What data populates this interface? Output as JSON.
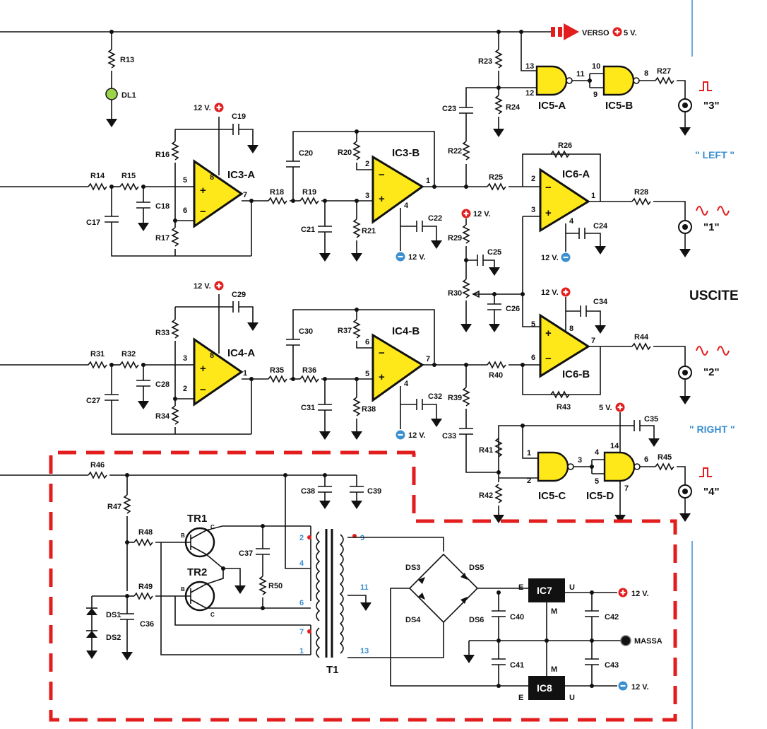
{
  "ic_labels": {
    "ic3a": "IC3-A",
    "ic3b": "IC3-B",
    "ic4a": "IC4-A",
    "ic4b": "IC4-B",
    "ic6a": "IC6-A",
    "ic6b": "IC6-B",
    "ic5a": "IC5-A",
    "ic5b": "IC5-B",
    "ic5c": "IC5-C",
    "ic5d": "IC5-D",
    "ic7": "IC7",
    "ic8": "IC8",
    "t1": "T1",
    "tr1": "TR1",
    "tr2": "TR2"
  },
  "resistors": {
    "r13": "R13",
    "r14": "R14",
    "r15": "R15",
    "r16": "R16",
    "r17": "R17",
    "r18": "R18",
    "r19": "R19",
    "r20": "R20",
    "r21": "R21",
    "r22": "R22",
    "r23": "R23",
    "r24": "R24",
    "r25": "R25",
    "r26": "R26",
    "r27": "R27",
    "r28": "R28",
    "r29": "R29",
    "r30": "R30",
    "r31": "R31",
    "r32": "R32",
    "r33": "R33",
    "r34": "R34",
    "r35": "R35",
    "r36": "R36",
    "r37": "R37",
    "r38": "R38",
    "r39": "R39",
    "r40": "R40",
    "r41": "R41",
    "r42": "R42",
    "r43": "R43",
    "r44": "R44",
    "r45": "R45",
    "r46": "R46",
    "r47": "R47",
    "r48": "R48",
    "r49": "R49",
    "r50": "R50"
  },
  "capacitors": {
    "c17": "C17",
    "c18": "C18",
    "c19": "C19",
    "c20": "C20",
    "c21": "C21",
    "c22": "C22",
    "c23": "C23",
    "c24": "C24",
    "c25": "C25",
    "c26": "C26",
    "c27": "C27",
    "c28": "C28",
    "c29": "C29",
    "c30": "C30",
    "c31": "C31",
    "c32": "C32",
    "c33": "C33",
    "c34": "C34",
    "c35": "C35",
    "c36": "C36",
    "c37": "C37",
    "c38": "C38",
    "c39": "C39",
    "c40": "C40",
    "c41": "C41",
    "c42": "C42",
    "c43": "C43"
  },
  "diodes": {
    "dl1": "DL1",
    "ds1": "DS1",
    "ds2": "DS2",
    "ds3": "DS3",
    "ds4": "DS4",
    "ds5": "DS5",
    "ds6": "DS6"
  },
  "supplies": {
    "p12": "12 V.",
    "n12": "12 V.",
    "p5": "5 V.",
    "verso": "VERSO",
    "verso5": "5 V.",
    "massa": "MASSA"
  },
  "outputs": {
    "out1": "\"1\"",
    "out2": "\"2\"",
    "out3": "\"3\"",
    "out4": "\"4\"",
    "left": "\" LEFT \"",
    "right": "\" RIGHT \"",
    "uscite": "USCITE"
  },
  "pins": {
    "e": "E",
    "u": "U",
    "m": "M",
    "b": "B",
    "c": "C",
    "p1": "1",
    "p2": "2",
    "p3": "3",
    "p4": "4",
    "p5": "5",
    "p6": "6",
    "p7": "7",
    "p8": "8",
    "p9": "9",
    "p10": "10",
    "p11": "11",
    "p12": "12",
    "p13": "13",
    "p14": "14"
  },
  "colors": {
    "opamp_fill": "#ffe81a",
    "accent_red": "#e31d1d",
    "accent_blue": "#3a8fd0"
  }
}
